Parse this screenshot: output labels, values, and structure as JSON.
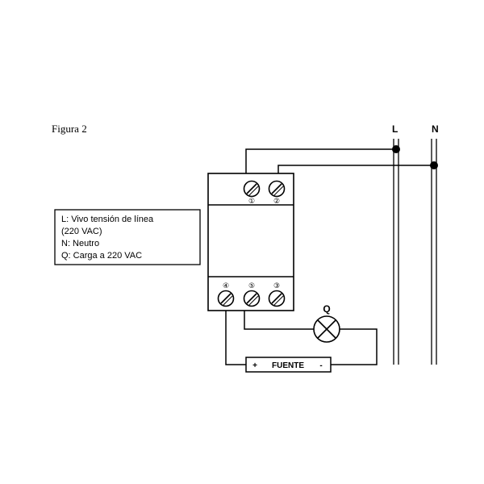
{
  "figure": {
    "title": "Figura 2"
  },
  "lines": {
    "live": "L",
    "neutral": "N"
  },
  "legend": {
    "lines": [
      "L: Vivo tensión de línea",
      "(220 VAC)",
      "N: Neutro",
      "Q: Carga a 220 VAC"
    ]
  },
  "device": {
    "top_terminals": [
      "①",
      "②"
    ],
    "bottom_terminals": [
      "④",
      "⑤",
      "③"
    ]
  },
  "load": {
    "label": "Q"
  },
  "supply": {
    "plus": "+",
    "label": "FUENTE",
    "minus": "-"
  }
}
